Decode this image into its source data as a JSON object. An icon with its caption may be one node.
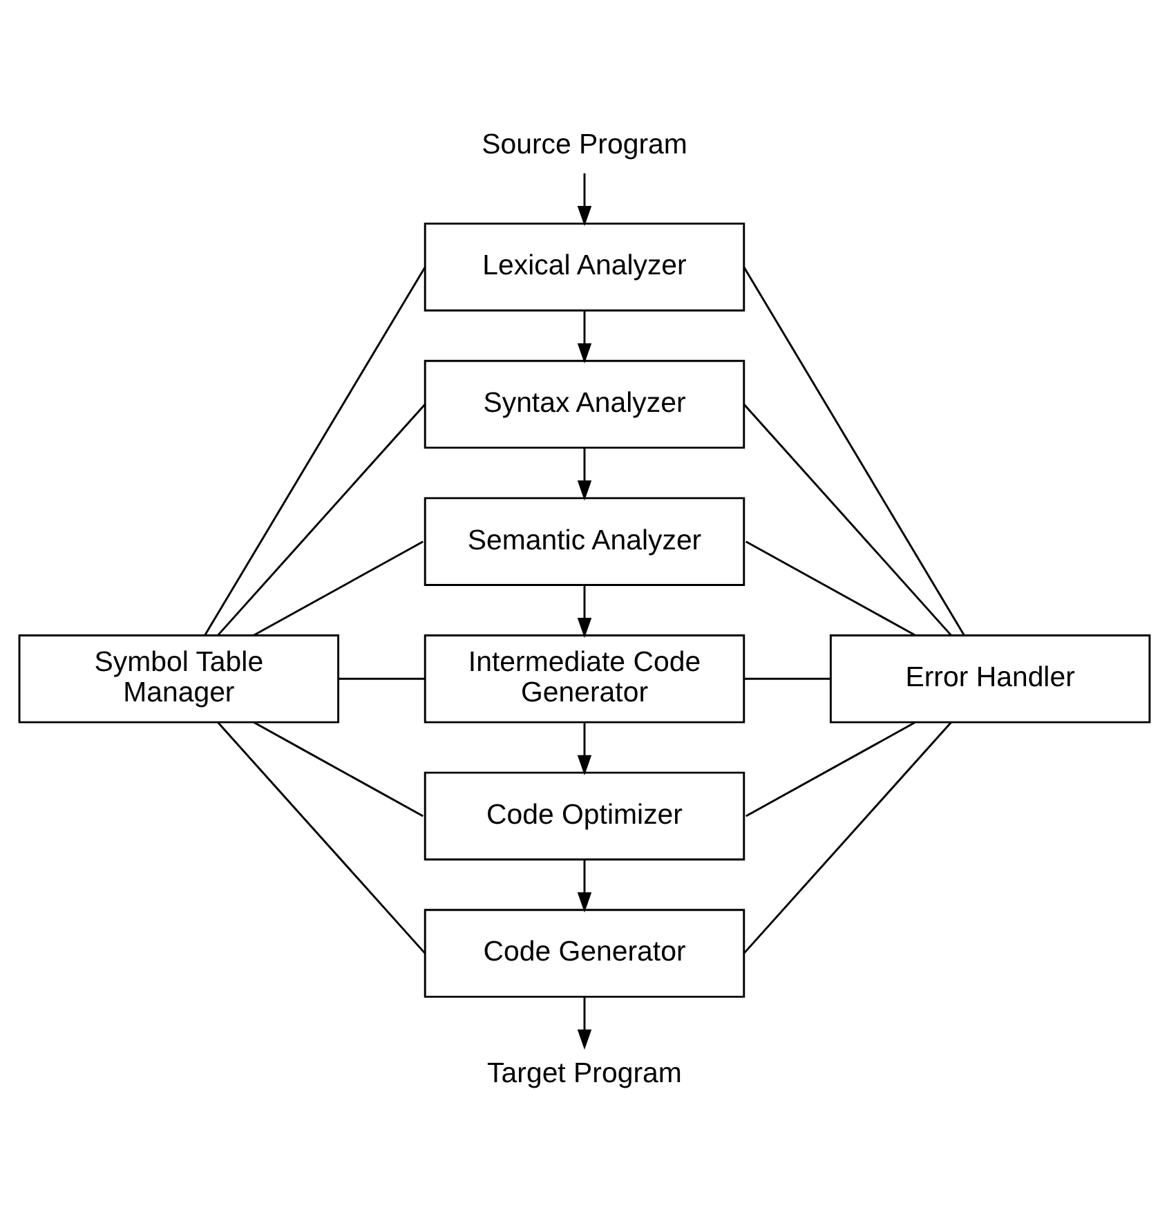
{
  "diagram": {
    "nodes": [
      {
        "text": [
          "Source Program"
        ]
      },
      {
        "text": [
          "Lexical Analyzer"
        ]
      },
      {
        "text": [
          "Syntax Analyzer"
        ]
      },
      {
        "text": [
          "Semantic Analyzer"
        ]
      },
      {
        "text": [
          "Intermediate Code Generator"
        ]
      },
      {
        "text": [
          "Code Optimizer"
        ]
      },
      {
        "text": [
          "Code Generator"
        ]
      },
      {
        "text": [
          "Target Program"
        ]
      },
      {
        "text": [
          "Symbol Table Manager"
        ]
      },
      {
        "text": [
          "Error Handler"
        ]
      }
    ],
    "edges": [
      {
        "from": 0,
        "to": 1,
        "arrow": "to"
      },
      {
        "from": 1,
        "to": 2,
        "arrow": "to"
      },
      {
        "from": 2,
        "to": 3,
        "arrow": "to"
      },
      {
        "from": 3,
        "to": 4,
        "arrow": "to"
      },
      {
        "from": 4,
        "to": 5,
        "arrow": "to"
      },
      {
        "from": 5,
        "to": 6,
        "arrow": "to"
      },
      {
        "from": 6,
        "to": 7,
        "arrow": "to"
      },
      {
        "from": 8,
        "to": 1,
        "arrow": "none"
      },
      {
        "from": 8,
        "to": 2,
        "arrow": "none"
      },
      {
        "from": 8,
        "to": 3,
        "arrow": "none"
      },
      {
        "from": 8,
        "to": 4,
        "arrow": "none"
      },
      {
        "from": 8,
        "to": 5,
        "arrow": "none"
      },
      {
        "from": 8,
        "to": 6,
        "arrow": "none"
      },
      {
        "from": 1,
        "to": 9,
        "arrow": "none"
      },
      {
        "from": 2,
        "to": 9,
        "arrow": "none"
      },
      {
        "from": 3,
        "to": 9,
        "arrow": "none"
      },
      {
        "from": 4,
        "to": 9,
        "arrow": "none"
      },
      {
        "from": 5,
        "to": 9,
        "arrow": "none"
      },
      {
        "from": 6,
        "to": 9,
        "arrow": "none"
      }
    ]
  }
}
